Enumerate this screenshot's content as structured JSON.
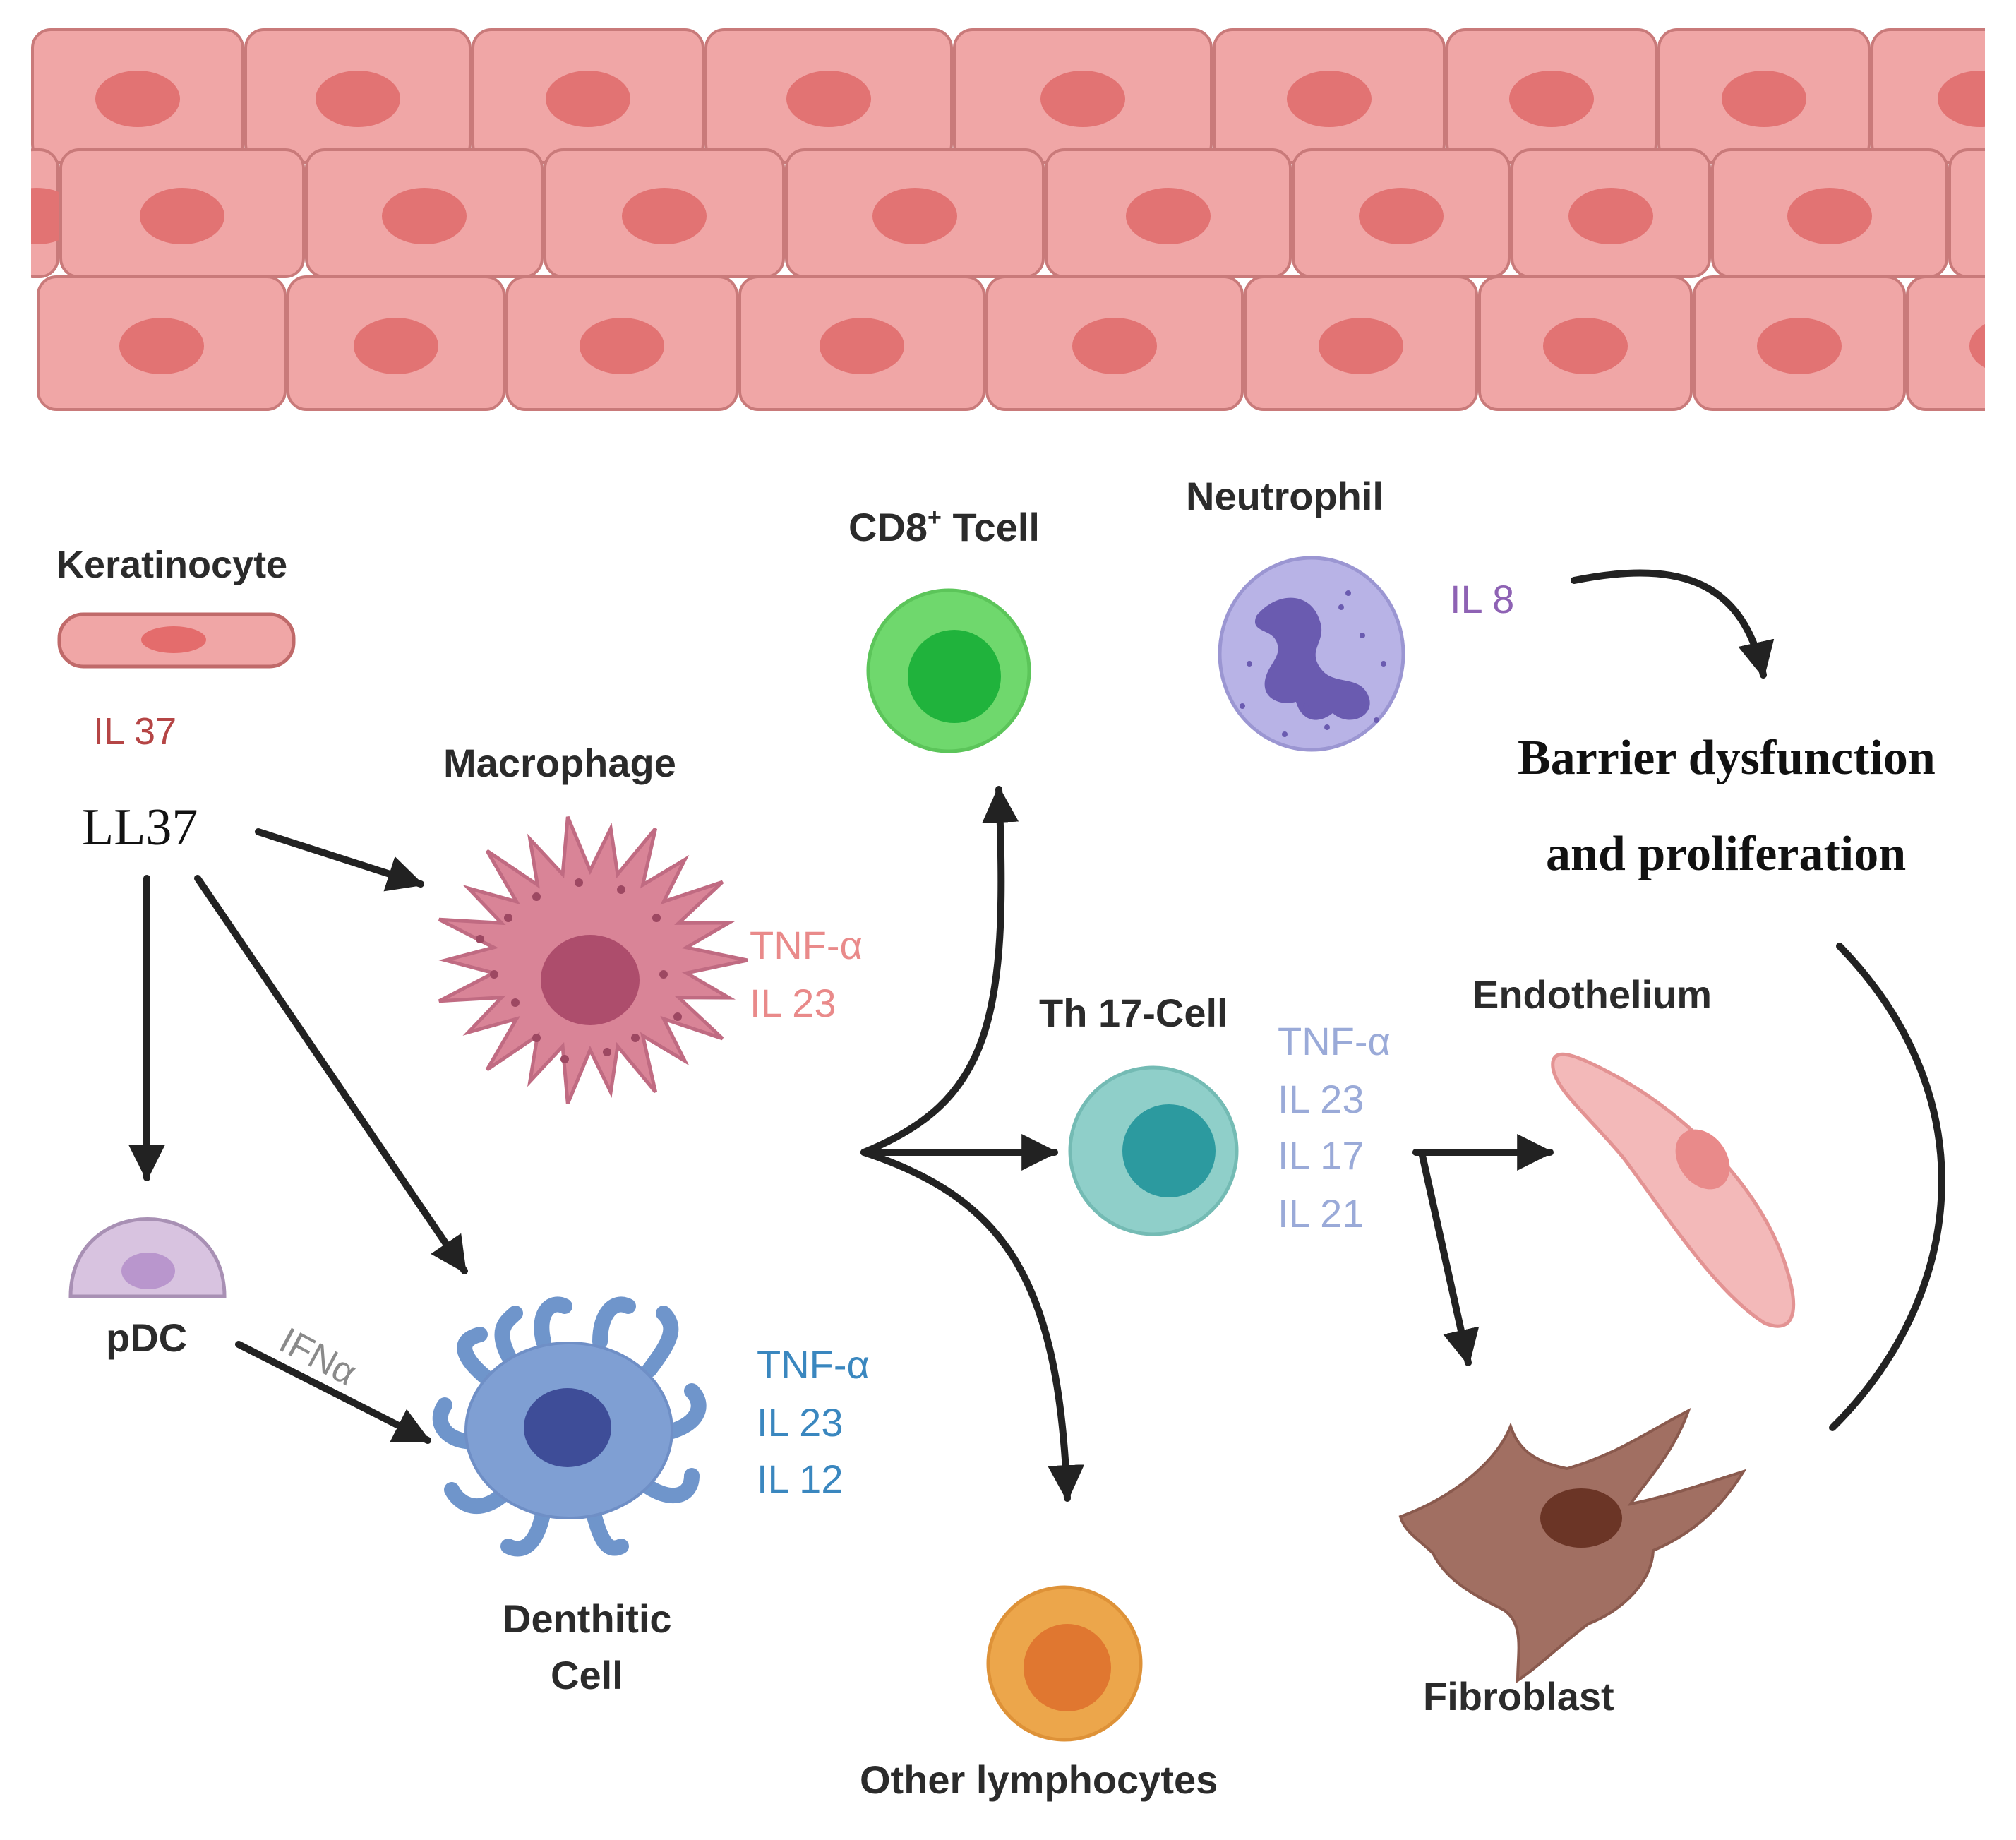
{
  "colors": {
    "epithelium_fill": "#f0a6a6",
    "epithelium_stroke": "#c97a7a",
    "epithelium_nucleus": "#e27373",
    "arrow": "#222222",
    "keratinocyte_text": "#b54545",
    "macrophage_text": "#e98a8a",
    "dendritic_text": "#3a87bf",
    "th17_text": "#9aaad8",
    "neutrophil_text": "#8e62b4",
    "ifna_text": "#8a8a8a"
  },
  "cells": {
    "keratinocyte": {
      "label": "Keratinocyte",
      "cytokine": "IL 37"
    },
    "ll37": {
      "label": "LL37"
    },
    "macrophage": {
      "label": "Macrophage",
      "cytokines": [
        "TNF-α",
        "IL 23"
      ]
    },
    "pdc": {
      "label": "pDC",
      "signal": "IFNα"
    },
    "dendritic": {
      "label_line1": "Denthitic",
      "label_line2": "Cell",
      "cytokines": [
        "TNF-α",
        "IL 23",
        "IL 12"
      ]
    },
    "cd8": {
      "label": "CD8",
      "label_sup": "+",
      "label_rest": " Tcell"
    },
    "neutrophil": {
      "label": "Neutrophil",
      "cytokine": "IL 8"
    },
    "th17": {
      "label": "Th 17-Cell",
      "cytokines": [
        "TNF-α",
        "IL 23",
        "IL 17",
        "IL 21"
      ]
    },
    "other": {
      "label": "Other lymphocytes"
    },
    "endothelium": {
      "label": "Endothelium"
    },
    "fibroblast": {
      "label": "Fibroblast"
    }
  },
  "outcome": {
    "line1": "Barrier dysfunction",
    "line2": "and proliferation"
  },
  "icons": [
    "keratinocyte-icon",
    "macrophage-icon",
    "pdc-icon",
    "dendritic-cell-icon",
    "cd8-tcell-icon",
    "neutrophil-icon",
    "th17-cell-icon",
    "other-lymphocyte-icon",
    "endothelium-icon",
    "fibroblast-icon",
    "epithelium-layer"
  ]
}
